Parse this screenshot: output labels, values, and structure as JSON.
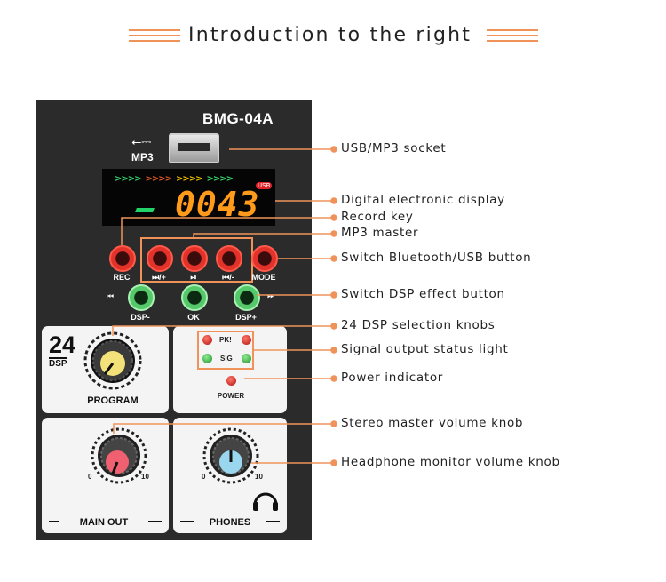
{
  "header": {
    "title": "Introduction to the right"
  },
  "device": {
    "model": "BMG-04A",
    "usb_label": "MP3",
    "display": {
      "digits": "0043",
      "usb_tag": "USB"
    },
    "buttons": {
      "rec": "REC",
      "next": "⏭/+",
      "play": "⏯",
      "prev": "⏮/-",
      "mode": "MODE",
      "dsp_minus": "DSP-",
      "ok": "OK",
      "dsp_plus": "DSP+"
    },
    "program": {
      "big": "24",
      "small": "DSP",
      "label": "PROGRAM"
    },
    "status": {
      "pk": "PK!",
      "sig": "SIG",
      "power": "POWER"
    },
    "main_out": {
      "label": "MAIN OUT",
      "min": "0",
      "max": "10"
    },
    "phones": {
      "label": "PHONES",
      "min": "0",
      "max": "10"
    }
  },
  "callouts": [
    "USB/MP3 socket",
    "Digital electronic display",
    "Record key",
    "MP3 master",
    "Switch Bluetooth/USB button",
    "Switch DSP effect button",
    "24 DSP selection knobs",
    "Signal output status light",
    "Power indicator",
    "Stereo master volume knob",
    "Headphone monitor volume knob"
  ],
  "colors": {
    "accent": "#f0935a",
    "panel": "#2b2b2b",
    "line": "#111111"
  }
}
